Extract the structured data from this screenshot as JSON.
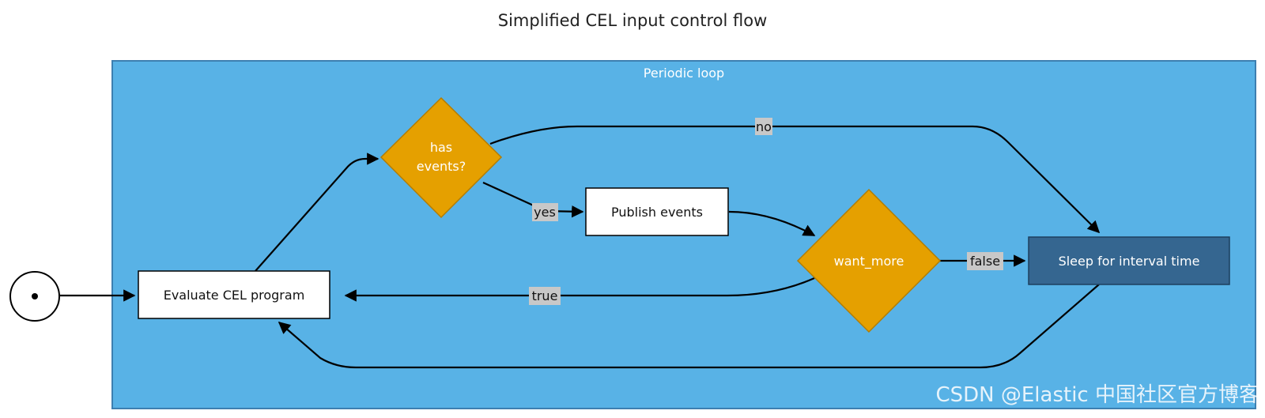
{
  "title": "Simplified CEL input control flow",
  "cluster": {
    "label": "Periodic loop"
  },
  "nodes": {
    "evaluate": "Evaluate CEL program",
    "has_events": [
      "has",
      "events?"
    ],
    "publish": "Publish events",
    "want_more": "want_more",
    "sleep": "Sleep for interval time"
  },
  "edge_labels": {
    "no": "no",
    "yes": "yes",
    "true": "true",
    "false": "false"
  },
  "colors": {
    "cluster_fill": "#58b2e6",
    "diamond_fill": "#e5a000",
    "sleep_fill": "#356690",
    "edge_label_bg": "#c8c8c8"
  },
  "watermark": "CSDN @Elastic 中国社区官方博客"
}
